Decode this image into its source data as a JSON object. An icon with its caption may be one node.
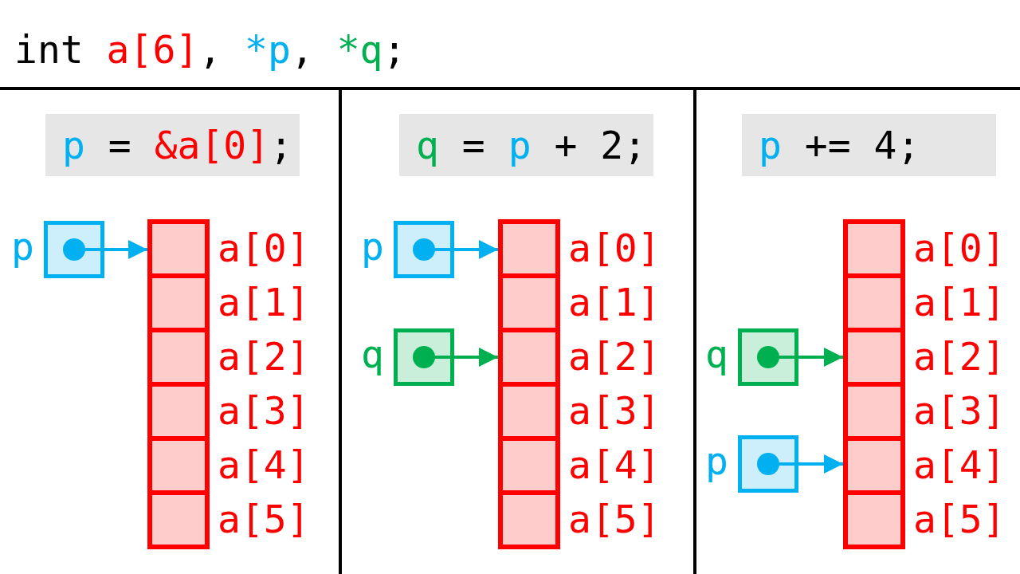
{
  "diagram": {
    "title": "int a[6], *p, *q;",
    "nodes": [
      {
        "text": [
          "p = &a[0];"
        ]
      },
      {
        "text": [],
        "shape": "box",
        "beside": [
          "p"
        ]
      },
      {
        "text": [],
        "shape": "box",
        "beside": [
          "a[0]"
        ]
      },
      {
        "text": [],
        "shape": "box",
        "beside": [
          "a[1]"
        ]
      },
      {
        "text": [],
        "shape": "box",
        "beside": [
          "a[2]"
        ]
      },
      {
        "text": [],
        "shape": "box",
        "beside": [
          "a[3]"
        ]
      },
      {
        "text": [],
        "shape": "box",
        "beside": [
          "a[4]"
        ]
      },
      {
        "text": [],
        "shape": "box",
        "beside": [
          "a[5]"
        ]
      },
      {
        "text": [
          "q = p + 2;"
        ]
      },
      {
        "text": [],
        "shape": "box",
        "beside": [
          "p"
        ]
      },
      {
        "text": [],
        "shape": "box",
        "beside": [
          "q"
        ]
      },
      {
        "text": [],
        "shape": "box",
        "beside": [
          "a[0]"
        ]
      },
      {
        "text": [],
        "shape": "box",
        "beside": [
          "a[1]"
        ]
      },
      {
        "text": [],
        "shape": "box",
        "beside": [
          "a[2]"
        ]
      },
      {
        "text": [],
        "shape": "box",
        "beside": [
          "a[3]"
        ]
      },
      {
        "text": [],
        "shape": "box",
        "beside": [
          "a[4]"
        ]
      },
      {
        "text": [],
        "shape": "box",
        "beside": [
          "a[5]"
        ]
      },
      {
        "text": [
          "p += 4;"
        ]
      },
      {
        "text": [],
        "shape": "box",
        "beside": [
          "q"
        ]
      },
      {
        "text": [],
        "shape": "box",
        "beside": [
          "p"
        ]
      },
      {
        "text": [],
        "shape": "box",
        "beside": [
          "a[0]"
        ]
      },
      {
        "text": [],
        "shape": "box",
        "beside": [
          "a[1]"
        ]
      },
      {
        "text": [],
        "shape": "box",
        "beside": [
          "a[2]"
        ]
      },
      {
        "text": [],
        "shape": "box",
        "beside": [
          "a[3]"
        ]
      },
      {
        "text": [],
        "shape": "box",
        "beside": [
          "a[4]"
        ]
      },
      {
        "text": [],
        "shape": "box",
        "beside": [
          "a[5]"
        ]
      }
    ],
    "edges": [
      {
        "from": 1,
        "to": 2,
        "arrow": "to",
        "color": "#00b0f0"
      },
      {
        "from": 9,
        "to": 11,
        "arrow": "to",
        "color": "#00b0f0"
      },
      {
        "from": 10,
        "to": 13,
        "arrow": "to",
        "color": "#00b050"
      },
      {
        "from": 18,
        "to": 22,
        "arrow": "to",
        "color": "#00b050"
      },
      {
        "from": 19,
        "to": 24,
        "arrow": "to",
        "color": "#00b0f0"
      }
    ]
  }
}
